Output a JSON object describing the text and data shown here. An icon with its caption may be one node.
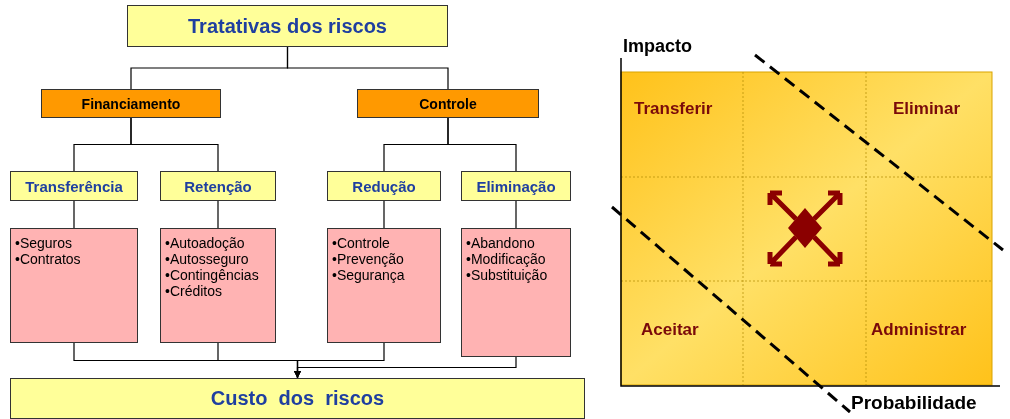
{
  "diagram": {
    "nodes": [
      {
        "text": [
          "Tratativas dos riscos"
        ]
      },
      {
        "text": [
          "Financiamento"
        ]
      },
      {
        "text": [
          "Controle"
        ]
      },
      {
        "text": [
          "Transferência"
        ]
      },
      {
        "text": [
          "Retenção"
        ]
      },
      {
        "text": [
          "Redução"
        ]
      },
      {
        "text": [
          "Eliminação"
        ]
      },
      {
        "text": [
          "•Seguros",
          "•Contratos"
        ]
      },
      {
        "text": [
          "•Autoadoção",
          "•Autosseguro",
          "•Contingências",
          "•Créditos"
        ]
      },
      {
        "text": [
          "•Controle",
          "•Prevenção",
          "•Segurança"
        ]
      },
      {
        "text": [
          "•Abandono",
          "•Modificação",
          "•Substituição"
        ]
      },
      {
        "text": [
          "Custo  dos  riscos"
        ]
      }
    ],
    "edges": [
      {
        "from": 0,
        "to": 1,
        "arrow": "none"
      },
      {
        "from": 0,
        "to": 2,
        "arrow": "none"
      },
      {
        "from": 1,
        "to": 3,
        "arrow": "none"
      },
      {
        "from": 1,
        "to": 4,
        "arrow": "none"
      },
      {
        "from": 2,
        "to": 5,
        "arrow": "none"
      },
      {
        "from": 2,
        "to": 6,
        "arrow": "none"
      },
      {
        "from": 3,
        "to": 7,
        "arrow": "none"
      },
      {
        "from": 4,
        "to": 8,
        "arrow": "none"
      },
      {
        "from": 5,
        "to": 9,
        "arrow": "none"
      },
      {
        "from": 6,
        "to": 10,
        "arrow": "none"
      },
      {
        "from": 7,
        "to": 11,
        "arrow": "to"
      },
      {
        "from": 8,
        "to": 11,
        "arrow": "to"
      },
      {
        "from": 9,
        "to": 11,
        "arrow": "to"
      },
      {
        "from": 10,
        "to": 11,
        "arrow": "to"
      }
    ],
    "labels": [
      "Impacto",
      "Transferir",
      "Eliminar",
      "Aceitar",
      "Administrar",
      "Probabilidade"
    ]
  }
}
